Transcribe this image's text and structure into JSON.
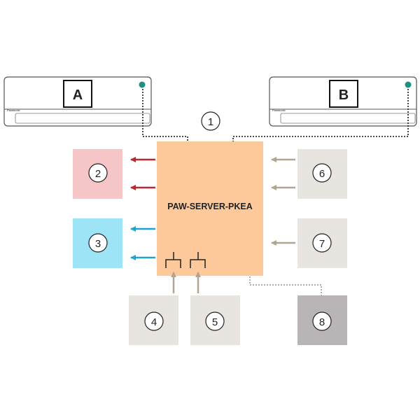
{
  "units": [
    {
      "id": "A",
      "label": "A",
      "brand": "Panasonic"
    },
    {
      "id": "B",
      "label": "B",
      "brand": "Panasonic"
    }
  ],
  "server": {
    "label": "PAW-SERVER-PKEA"
  },
  "callouts": {
    "c1": "1",
    "c2": "2",
    "c3": "3",
    "c4": "4",
    "c5": "5",
    "c6": "6",
    "c7": "7",
    "c8": "8"
  },
  "colors": {
    "server_fill": "#fdc99a",
    "box2_fill": "#f6c5c8",
    "box3_fill": "#9ee4f7",
    "neutral_box_fill": "#e8e4e0",
    "box8_fill": "#b9b5b7",
    "red_arrow": "#c0272d",
    "blue_arrow": "#1aa6d4",
    "tan_arrow": "#b3a593",
    "status_led": "#1f8f86"
  }
}
